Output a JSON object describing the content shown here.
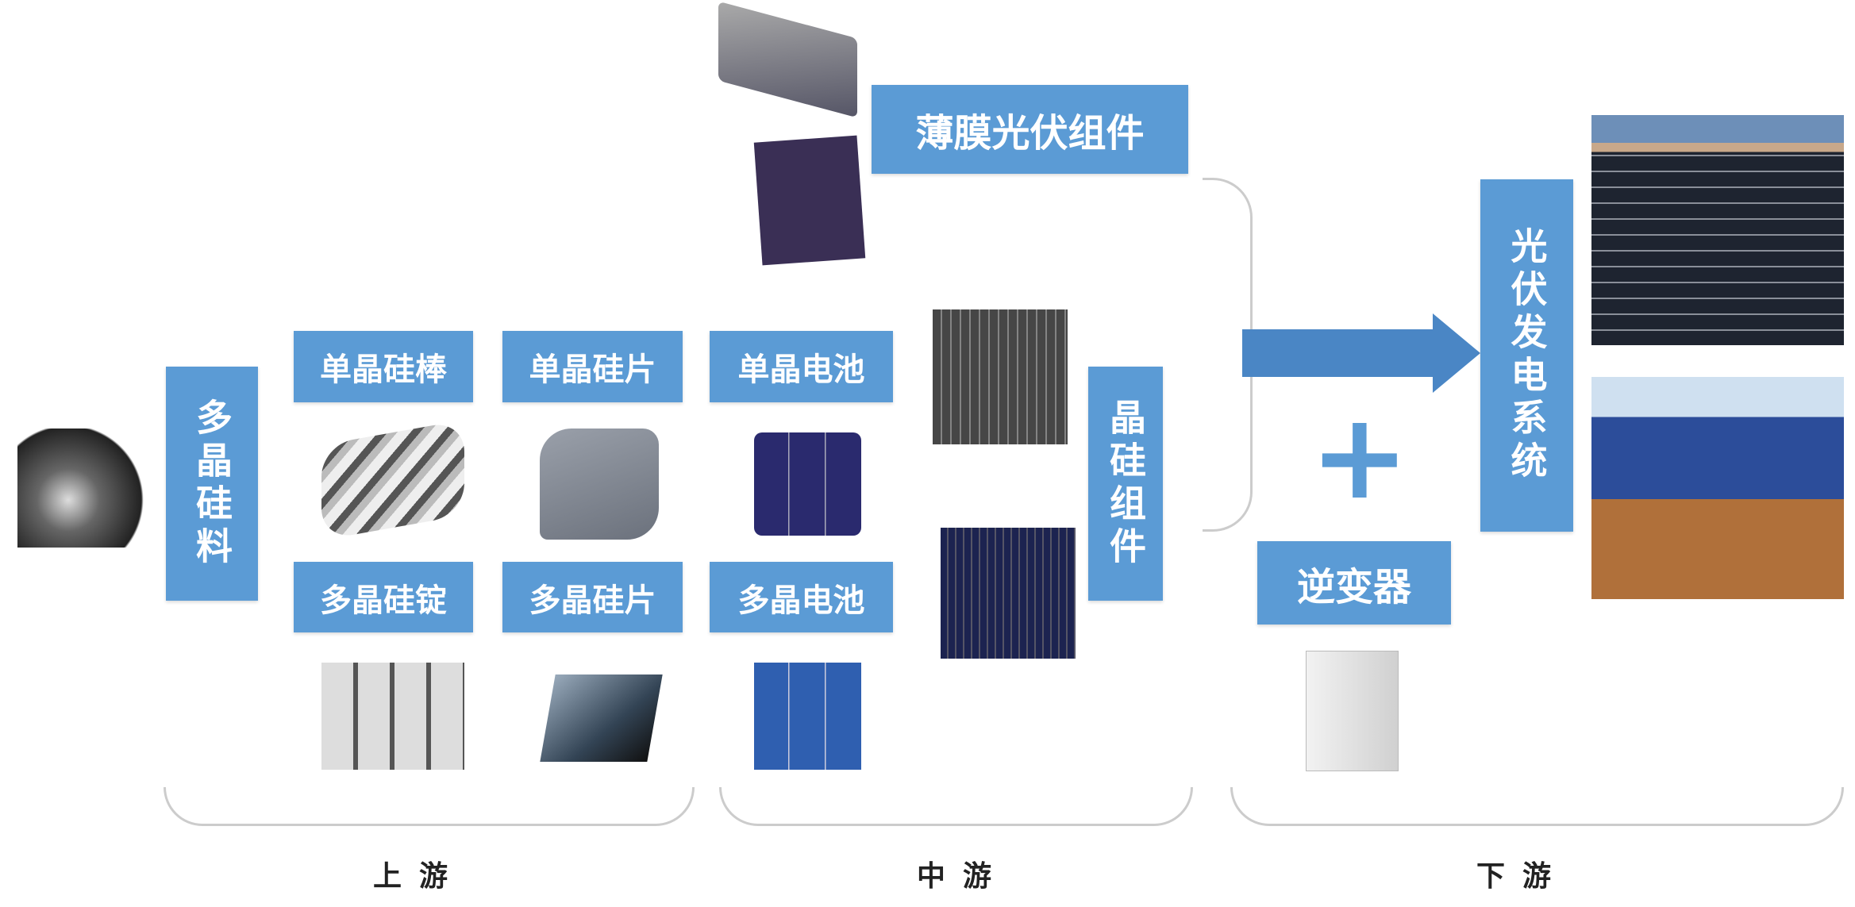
{
  "upstream": {
    "polysilicon_material": "多晶硅料",
    "mono_ingot": "单晶硅棒",
    "mono_wafer": "单晶硅片",
    "poly_ingot": "多晶硅锭",
    "poly_wafer": "多晶硅片"
  },
  "midstream": {
    "mono_cell": "单晶电池",
    "poly_cell": "多晶电池",
    "thin_film_module": "薄膜光伏组件",
    "crystalline_module": "晶硅组件"
  },
  "downstream": {
    "pv_system": "光伏发电系统",
    "inverter": "逆变器",
    "plus": "+"
  },
  "stages": {
    "upstream": "上游",
    "midstream": "中游",
    "downstream": "下游"
  },
  "colors": {
    "box": "#5b9bd5",
    "arrow": "#4a86c5"
  }
}
